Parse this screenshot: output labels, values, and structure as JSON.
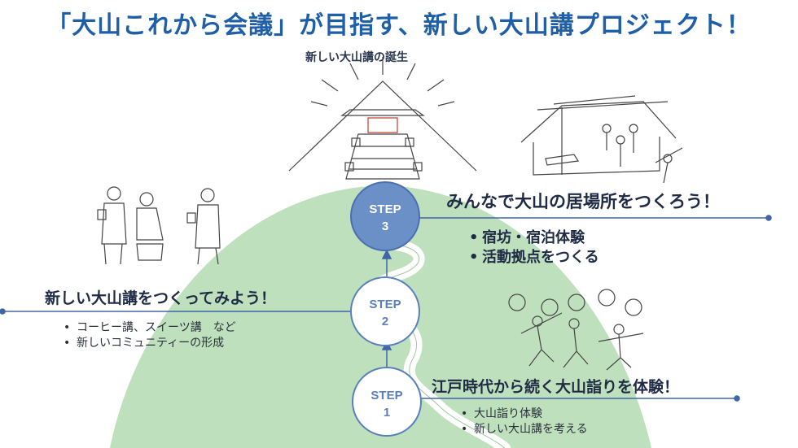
{
  "title": "「大山これから会議」が目指す、新しい大山講プロジェクト！",
  "top_label": "新しい大山講の誕生",
  "steps": [
    {
      "label": "STEP",
      "number": "1"
    },
    {
      "label": "STEP",
      "number": "2"
    },
    {
      "label": "STEP",
      "number": "3"
    }
  ],
  "step1": {
    "heading": "江戸時代から続く大山詣りを体験！",
    "items": [
      "大山詣り体験",
      "新しい大山講を考える"
    ]
  },
  "step2": {
    "heading": "新しい大山講をつくってみよう！",
    "items": [
      "コーヒー講、スイーツ講　など",
      "新しいコミュニティーの形成"
    ]
  },
  "step3": {
    "heading": "みんなで大山の居場所をつくろう！",
    "items": [
      "宿坊・宿泊体験",
      "活動拠点をつくる"
    ]
  },
  "colors": {
    "title": "#1f5fa8",
    "hill": "#bfe0bd",
    "step_dark": "#6b8fc7",
    "step_outline": "#5a7fbd",
    "line": "#3f66a8"
  }
}
